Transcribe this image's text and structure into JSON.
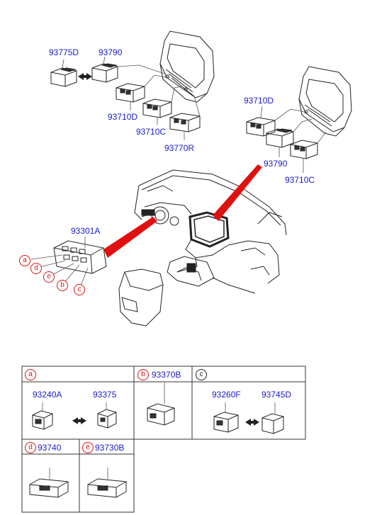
{
  "top_left_group": {
    "labels": [
      "93775D",
      "93790",
      "93710D",
      "93710C",
      "93770R"
    ]
  },
  "top_right_group": {
    "labels": [
      "93710D",
      "93790",
      "93710C"
    ]
  },
  "center": {
    "label": "93301A",
    "callouts": [
      "a",
      "d",
      "e",
      "b",
      "c"
    ]
  },
  "table": {
    "a": {
      "letter": "a",
      "part1": "93240A",
      "part2": "93375"
    },
    "b": {
      "letter": "b",
      "part": "93370B"
    },
    "c": {
      "letter": "c",
      "part1": "93260F",
      "part2": "93745D"
    },
    "d": {
      "letter": "d",
      "part": "93740"
    },
    "e": {
      "letter": "e",
      "part": "93730B"
    }
  },
  "colors": {
    "label": "#1a1acc",
    "callout": "#dd1111",
    "line": "#222222"
  }
}
